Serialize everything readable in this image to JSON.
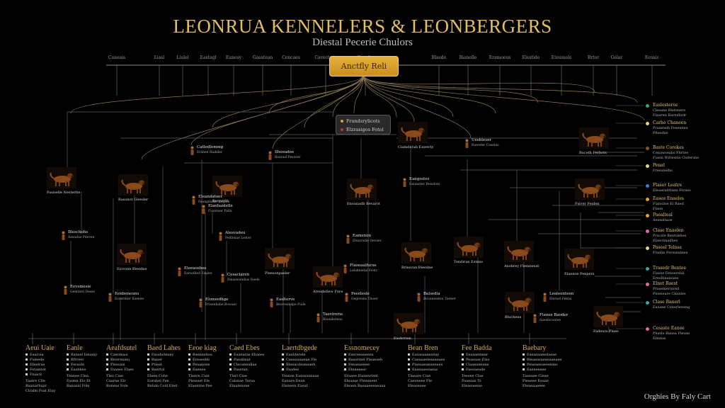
{
  "title": "LEONRUA KENNELERS & LEONBERGERS",
  "subtitle": "Diestal Pecerie Chulors",
  "root": {
    "label": "Anctfly Reli"
  },
  "legend": [
    {
      "label": "Frandsrylicots",
      "color": "#e2a03a"
    },
    {
      "label": "Elzrasigos Fotol",
      "color": "#c0392b"
    }
  ],
  "top_labels": [
    "Caneais",
    "Liasl",
    "Liulel",
    "Eastagl",
    "Eunesy",
    "Gasatean",
    "Cencaes",
    "Cavectoes",
    "Fanglie",
    "Blasde",
    "Bianelle",
    "Eramoeus",
    "Elestide",
    "Eteumols",
    "Brtor",
    "Gelar",
    "Eesnic"
  ],
  "dogs": [
    {
      "caption": "Fasiselle Nesterlte"
    },
    {
      "caption": "Rasanot Gleeder"
    },
    {
      "caption": "Enoanadh Bevarot"
    },
    {
      "caption": "Clamdorah Exwerty"
    },
    {
      "caption": "Buceth Ferhots"
    },
    {
      "caption": "Fsiver Feiden"
    },
    {
      "caption": "Eiovone Bleedne"
    },
    {
      "caption": "Pleesonpasler"
    },
    {
      "caption": "Arendeliew Fnre"
    },
    {
      "caption": "Brlesvan Bleedne"
    },
    {
      "caption": "Tendiran Estens"
    },
    {
      "caption": "Anobrey Flemnesat"
    },
    {
      "caption": "Elaenoe Fenpers"
    },
    {
      "caption": "Bluchens"
    },
    {
      "caption": "Faohrrien"
    },
    {
      "caption": "Fadenrs Plnes"
    },
    {
      "caption": "Bevyorth"
    }
  ],
  "text_nodes": [
    {
      "name": "Catledlemmg",
      "sub": "Erahed Riahiler"
    },
    {
      "name": "Ilheeadoe",
      "sub": "Baarasl Pesuser"
    },
    {
      "name": "Bleschohs",
      "sub": "Aawatas Pdeven"
    },
    {
      "name": "Eevsmesie",
      "sub": "Gemtirel Desse"
    },
    {
      "name": "Eenbeneuns",
      "sub": "Esowntier Esenee"
    },
    {
      "name": "Elanhaidelle",
      "sub": "Fusenser Palle"
    },
    {
      "name": "Alesvadeu",
      "sub": "Pedlonae Lester"
    },
    {
      "name": "Eleeaoshos",
      "sub": "Earsolbed Faalen"
    },
    {
      "name": "Cesaclaren",
      "sub": "Emaseonelias Deele"
    },
    {
      "name": "Elonsedhge",
      "sub": "Prisenhabe Bowaer"
    },
    {
      "name": "Easlterve",
      "sub": "Beavesdelpe Fuile"
    },
    {
      "name": "Taevirerie",
      "sub": "Biusaboleau"
    },
    {
      "name": "Flaseaalfurse",
      "sub": "Lelahnedal Feinr"
    },
    {
      "name": "Pseolesle",
      "sub": "Gegreuns Tieoer"
    },
    {
      "name": "Balsedia",
      "sub": "Beuaneadon Tiemer"
    },
    {
      "name": "Uesbleser",
      "sub": "Raweter Casnlas"
    },
    {
      "name": "Eamenon",
      "sub": "Elsaronlie Oevaer"
    },
    {
      "name": "Eangsstes",
      "sub": "Gaisanter Beisdom"
    },
    {
      "name": "Lealeenteen",
      "sub": "Elerael Fekhs"
    },
    {
      "name": "Flenes Baoder",
      "sub": "Aaeslecoatee"
    },
    {
      "name": "Eleandatoer",
      "sub": "Feangeutne Eelpen"
    }
  ],
  "right_list": [
    {
      "name": "Easlesteros",
      "sub": "Clesane Bleteners",
      "sub2": "Finaren Barnsbrdr",
      "color": "#3aa67a"
    },
    {
      "name": "Carhe Chaneen",
      "sub": "Prasetelh Feseelme",
      "sub2": "Pfisedne",
      "color": "#e9d08c"
    },
    {
      "name": "Baste Corokes",
      "sub": "Cenawseahs Fhrtee",
      "sub2": "Fiassi Wiltesins Clsfersne",
      "color": "#8b5a2b"
    },
    {
      "name": "Penat",
      "sub": "Fresanelhs",
      "sub2": "",
      "color": "#e9d08c"
    },
    {
      "name": "Flaser Leatre",
      "sub": "Eleaeradtlaen Ferses",
      "sub2": "",
      "color": "#3a7bd5"
    },
    {
      "name": "Easee Enaeles",
      "sub": "Flansilse Ei Baed",
      "sub2": "Flaon",
      "color": "#e2a03a"
    },
    {
      "name": "Paealteal",
      "sub": "Aeeseltaoe",
      "sub2": "",
      "color": "#e2a03a"
    },
    {
      "name": "Clase Enaelen",
      "sub": "Pracsle Bentunhes",
      "sub2": "Elaeclinadbes",
      "color": "#e36aa0"
    },
    {
      "name": "Paseel Telnsa",
      "sub": "Flaalin Fersseamen",
      "sub2": "",
      "color": "#e9d08c"
    },
    {
      "name": "Trasedr Bentee",
      "sub": "Flases Fenserelal",
      "sub2": "Eresllinaleane",
      "color": "#3aa6a0"
    },
    {
      "name": "Elnet Baest",
      "sub": "Prasemerinrsd",
      "sub2": "Ploeseare Ckanles",
      "color": "#e36aa0"
    },
    {
      "name": "Clase Banerl",
      "sub": "Easane Cenerleneng",
      "sub2": "",
      "color": "#3aa6a0"
    },
    {
      "name": "Cesaste Eanee",
      "sub": "Pherle Banea Flesne",
      "sub2": "Elmeas",
      "color": "#e36aa0"
    }
  ],
  "bottom_columns": [
    {
      "title": "Aeui Uaie",
      "items": [
        "Eaaroia",
        "Fuleede",
        "Elnelrae",
        "Fotamtet",
        "Fnaick"
      ],
      "extra": [
        "Taatre Clle",
        "Baanarhuar",
        "Clralm Foat Elay"
      ]
    },
    {
      "title": "Eanle",
      "items": [
        "Bansel Ineamy",
        "Bfrreer",
        "Feraole",
        "Easbkee"
      ],
      "extra": [
        "Teanee Clea",
        "Fasmn Elo Et",
        "Banasal Fole"
      ]
    },
    {
      "title": "Aeafdsutel",
      "items": [
        "Caeomasi",
        "Bewrenieu",
        "Pleaunn",
        "Faaees Flaes"
      ],
      "extra": [
        "Tleo Ciae",
        "Caarne Elr",
        "Boneas Fole"
      ]
    },
    {
      "title": "Baed Lahes",
      "items": [
        "Fasahsteany",
        "Baner",
        "Ptieat",
        "Baertal"
      ],
      "extra": [
        "Elaen Cohe",
        "Eorabel Fen",
        "Belam Cold Eled"
      ]
    },
    {
      "title": "Eeoe kiag",
      "items": [
        "Baensehou",
        "Ereaeshb",
        "Peaanoen",
        "Eaenes"
      ],
      "extra": [
        "Tlanrn Ciae",
        "Pnneast Ele",
        "Elaenrne Pee"
      ]
    },
    {
      "title": "Caed Ebes",
      "items": [
        "Eaaearas Ehaees",
        "Paealteat",
        "Clecaneallae",
        "Pasetan"
      ],
      "extra": [
        "Tlarl Clae",
        "Calsnae Taraa",
        "Elnatensne"
      ]
    },
    {
      "title": "Laertdbgede",
      "items": [
        "Eanlderele",
        "Caeaaaaaeae Fle",
        "Blaeacdeaneaeh",
        "Faadee"
      ],
      "extra": [
        "Teansn Eaxaxaaxaaa",
        "Eanare Eean",
        "Eleneen Eaeat"
      ]
    },
    {
      "title": "Essnomecey",
      "items": [
        "Eseceeaaeesn",
        "Bassrinel Fleaeaeh",
        "Feeaeaenee",
        "Eteaeaesc"
      ],
      "extra": [
        "Eraaee Eianewtsnt",
        "Eleaaae Fleasneet",
        "Eleaen Baeaaeeeaeaaa"
      ]
    },
    {
      "title": "Bean Bren",
      "items": [
        "Easasaaaeaeay",
        "Caeasaeleaeaeaes",
        "Plaeaaeaeaeeaes",
        "Easeaaeeaeaa"
      ],
      "extra": [
        "Tlaeare Ciae",
        "Caesneee Fle",
        "Eleaseaee"
      ]
    },
    {
      "title": "Fee Badda",
      "items": [
        "Eeasaemear",
        "Peaeaae Elas",
        "Claaeaeeane",
        "Faeeaeade"
      ],
      "extra": [
        "Teesne Clae",
        "Paaeaas Ts",
        "Eleaeaeeae"
      ]
    },
    {
      "title": "Baebary",
      "items": [
        "Easaeaaeedaeae",
        "Bleaeasaeaeaaeaee",
        "Peaeaeeaeeseaes",
        "Eaeaeeaee"
      ],
      "extra": [
        "Taaeaee Cieae",
        "Pleaeee Eeaae",
        "Eleaeaaeeee"
      ]
    }
  ],
  "footer": "Orghies By Faly Cart"
}
